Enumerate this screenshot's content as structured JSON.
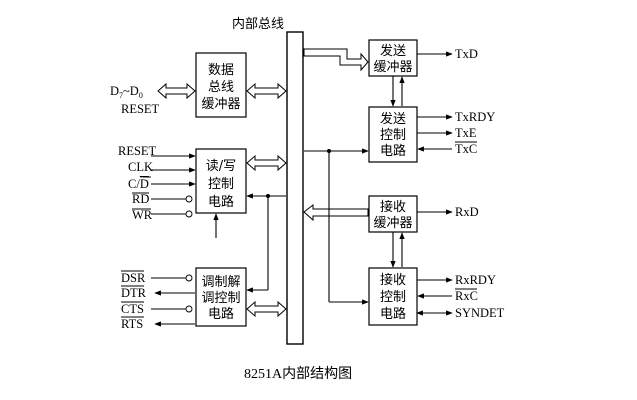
{
  "bus": {
    "label": "内部总线"
  },
  "blocks": {
    "data_buffer": {
      "lines": [
        "数据",
        "总线",
        "缓冲器"
      ]
    },
    "rw_control": {
      "lines": [
        "读/写",
        "控制",
        "电路"
      ]
    },
    "modem_control": {
      "lines": [
        "调制解",
        "调控制",
        "电路"
      ]
    },
    "tx_buffer": {
      "lines": [
        "发送",
        "缓冲器"
      ]
    },
    "tx_control": {
      "lines": [
        "发送",
        "控制",
        "电路"
      ]
    },
    "rx_buffer": {
      "lines": [
        "接收",
        "缓冲器"
      ]
    },
    "rx_control": {
      "lines": [
        "接收",
        "控制",
        "电路"
      ]
    }
  },
  "signals": {
    "d7_d0": {
      "d": "D",
      "sub7": "7",
      "tilde": "~",
      "sub0": "0"
    },
    "reset_data": "RESET",
    "reset": "RESET",
    "clk": "CLK",
    "cd": {
      "c": "C/",
      "d": "D"
    },
    "rd": "RD",
    "wr": "WR",
    "dsr": "DSR",
    "dtr": "DTR",
    "cts": "CTS",
    "rts": "RTS",
    "txd": "TxD",
    "txrdy": "TxRDY",
    "txe": "TxE",
    "txc": "TxC",
    "rxd": "RxD",
    "rxrdy": "RxRDY",
    "rxc": "RxC",
    "syndet": "SYNDET"
  },
  "caption": "8251A内部结构图"
}
